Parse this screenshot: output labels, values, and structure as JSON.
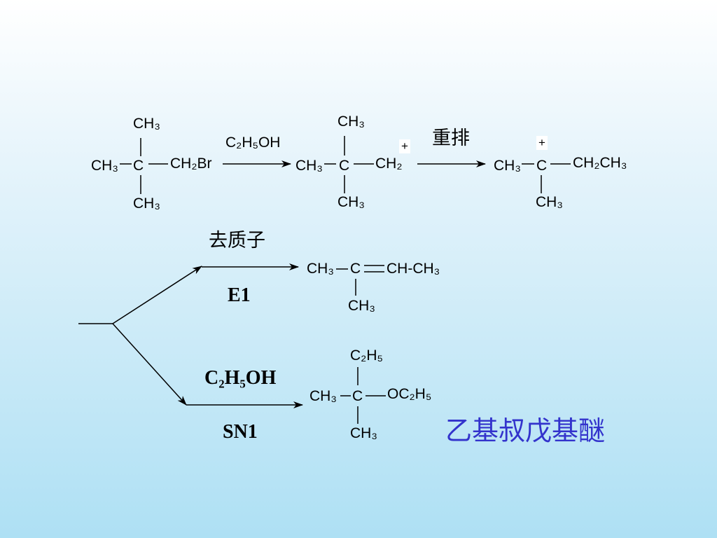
{
  "colors": {
    "text": "#000000",
    "product_name": "#3333cc",
    "plus_box": "#ffffff"
  },
  "reactant": {
    "top": "CH₃",
    "left": "CH₃",
    "center": "C",
    "right": "CH₂Br",
    "bottom": "CH₃"
  },
  "step1": {
    "reagent": "C₂H₅OH"
  },
  "carbocation1": {
    "top": "CH₃",
    "left": "CH₃",
    "center": "C",
    "right": "CH₂",
    "bottom": "CH₃",
    "charge": "+"
  },
  "step2": {
    "label": "重排"
  },
  "carbocation2": {
    "left": "CH₃",
    "center": "C",
    "right": "CH₂CH₃",
    "bottom": "CH₃",
    "charge": "+"
  },
  "elimination": {
    "label": "去质子",
    "mechanism": "E1"
  },
  "alkene": {
    "left": "CH₃",
    "center": "C",
    "right": "CH-CH₃",
    "bottom": "CH₃"
  },
  "substitution": {
    "reagent": "C₂H₅OH",
    "mechanism": "SN1"
  },
  "ether": {
    "top": "C₂H₅",
    "left": "CH₃",
    "center": "C",
    "right": "OC₂H₅",
    "bottom": "CH₃",
    "name": "乙基叔戊基醚"
  }
}
